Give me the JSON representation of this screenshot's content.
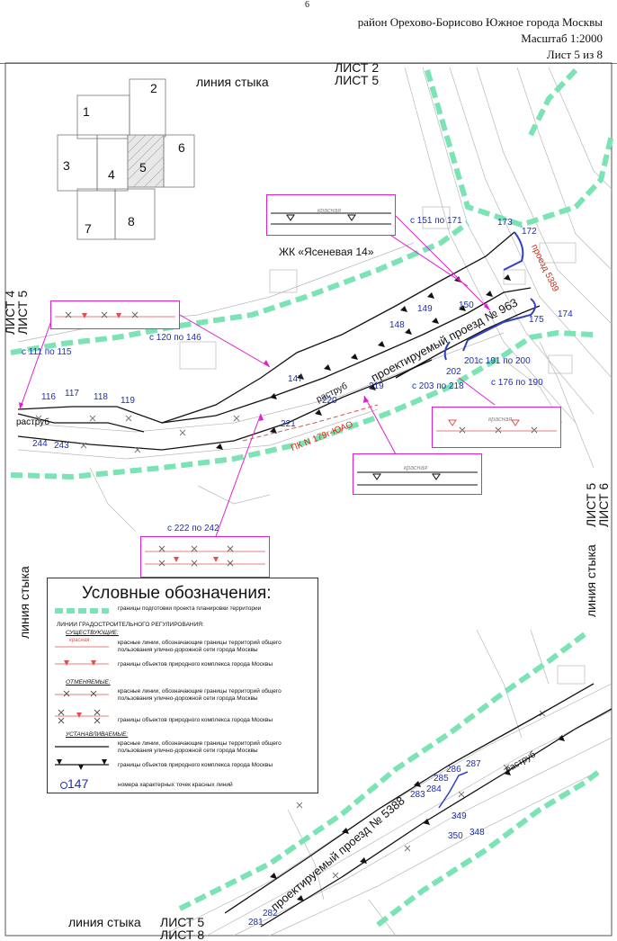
{
  "header": {
    "page_number": "6",
    "district": "район Орехово-Борисово Южное города Москвы",
    "scale": "Масштаб 1:2000",
    "sheet": "Лист 5 из 8"
  },
  "sheet_labels": {
    "top_join": "линия стыка",
    "top_sheets_1": "ЛИСТ 2",
    "top_sheets_2": "ЛИСТ 5",
    "left_sheets_1": "ЛИСТ 4",
    "left_sheets_2": "ЛИСТ 5",
    "left_join": "линия стыка",
    "right_sheets_1": "ЛИСТ 5",
    "right_sheets_2": "ЛИСТ 6",
    "right_join": "линия стыка",
    "bottom_join": "линия стыка",
    "bottom_sheets_1": "ЛИСТ 5",
    "bottom_sheets_2": "ЛИСТ 8"
  },
  "key_map": {
    "cells": [
      "1",
      "2",
      "3",
      "4",
      "5",
      "6",
      "7",
      "8"
    ]
  },
  "map_labels": {
    "building": "ЖК «Ясеневая 14»",
    "road_main": "проектируемый проезд № 963",
    "road_5389": "проезд 5389",
    "road_5388": "проектируемый проезд № 5388",
    "pk_label": "ПК N 179г-ЮАО",
    "bell_1": "раструб",
    "bell_2": "раструб",
    "bell_3": "раструб"
  },
  "ranges": {
    "r151": "с 151 по 171",
    "r120": "с 120 по 146",
    "r111": "с 111 по 115",
    "r191": "с 191 по 200",
    "r203": "с 203 по 218",
    "r176": "с 176 по 190",
    "r222": "с 222 по 242"
  },
  "points": {
    "p173": "173",
    "p172": "172",
    "p150": "150",
    "p149": "149",
    "p148": "148",
    "p147": "147",
    "p175": "175",
    "p174": "174",
    "p202": "202",
    "p201": "201",
    "p219": "219",
    "p220": "220",
    "p221": "221",
    "p116": "116",
    "p117": "117",
    "p118": "118",
    "p119": "119",
    "p244": "244",
    "p243": "243",
    "p286": "286",
    "p287": "287",
    "p285": "285",
    "p284": "284",
    "p283": "283",
    "p349": "349",
    "p350": "350",
    "p348": "348",
    "p281": "281",
    "p282": "282"
  },
  "insets": {
    "caption": "красная"
  },
  "legend": {
    "title": "Условные обозначения:",
    "item_boundary": "границы подготовки проекта планировки территории",
    "section_lines": "ЛИНИИ ГРАДОСТРОИТЕЛЬНОГО РЕГУЛИРОВАНИЯ:",
    "existing": "СУЩЕСТВУЮЩИЕ:",
    "ex_red": "красные линии, обозначающие границы территорий общего пользования улично-дорожной сети города Москвы",
    "ex_nat": "границы объектов природного комплекса города Москвы",
    "cancelled": "ОТМЕНЯЕМЫЕ:",
    "ca_red": "красные линии, обозначающие границы территорий общего пользования улично-дорожной сети города Москвы",
    "ca_nat": "границы объектов природного комплекса города Москвы",
    "established": "УСТАНАВЛИВАЕМЫЕ:",
    "es_red": "красные линии, обозначающие границы территорий общего пользования улично-дорожной сети города Москвы",
    "es_nat": "границы объектов природного комплекса города Москвы",
    "points_num": "147",
    "points_text": "номера характерных точек красных линий",
    "sym_caption": "красная"
  },
  "colors": {
    "boundary": "#7be3b4",
    "red_line": "#e05050",
    "black_line": "#111111",
    "magenta": "#e020d0",
    "blue_label": "#1b2fb8",
    "blue_line": "#3040c8",
    "topo": "#b8b8b8"
  }
}
